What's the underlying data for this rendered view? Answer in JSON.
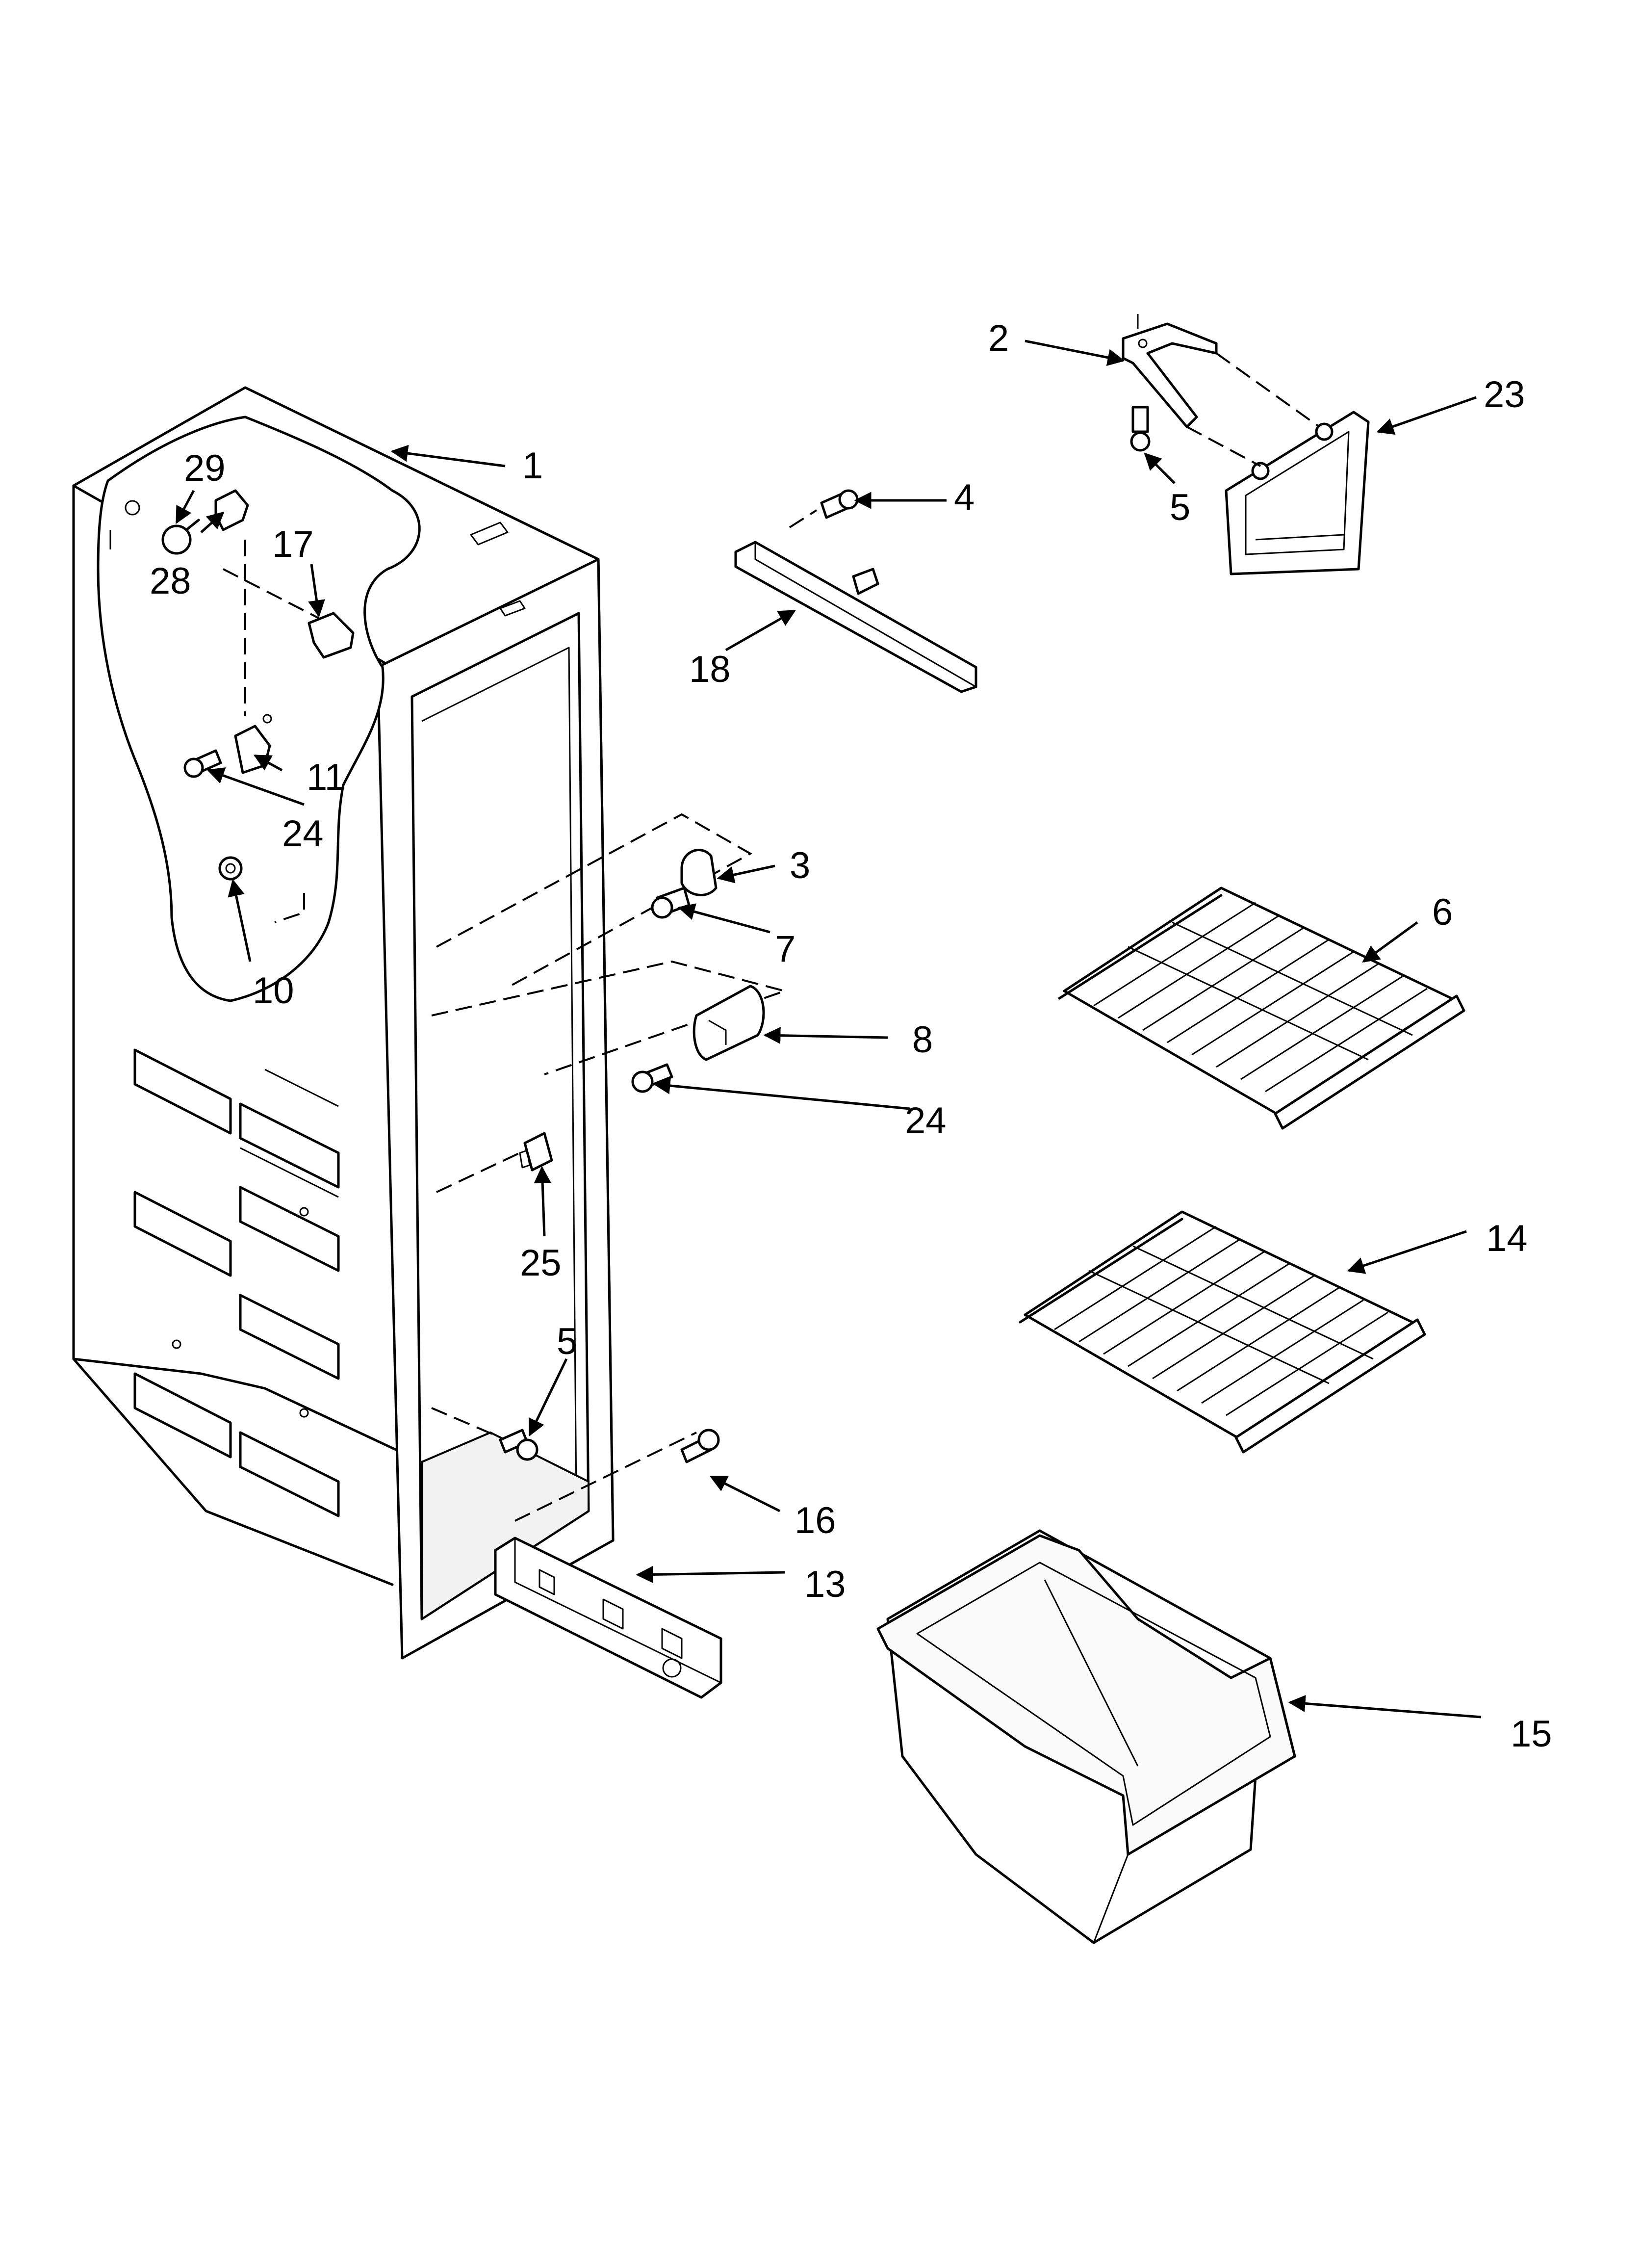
{
  "callouts": {
    "c1": "1",
    "c2": "2",
    "c3": "3",
    "c4": "4",
    "c5a": "5",
    "c5b": "5",
    "c6": "6",
    "c7": "7",
    "c8": "8",
    "c10": "10",
    "c11": "11",
    "c13": "13",
    "c14": "14",
    "c15": "15",
    "c16": "16",
    "c17": "17",
    "c18": "18",
    "c23": "23",
    "c24a": "24",
    "c24b": "24",
    "c25": "25",
    "c28": "28",
    "c29": "29"
  }
}
